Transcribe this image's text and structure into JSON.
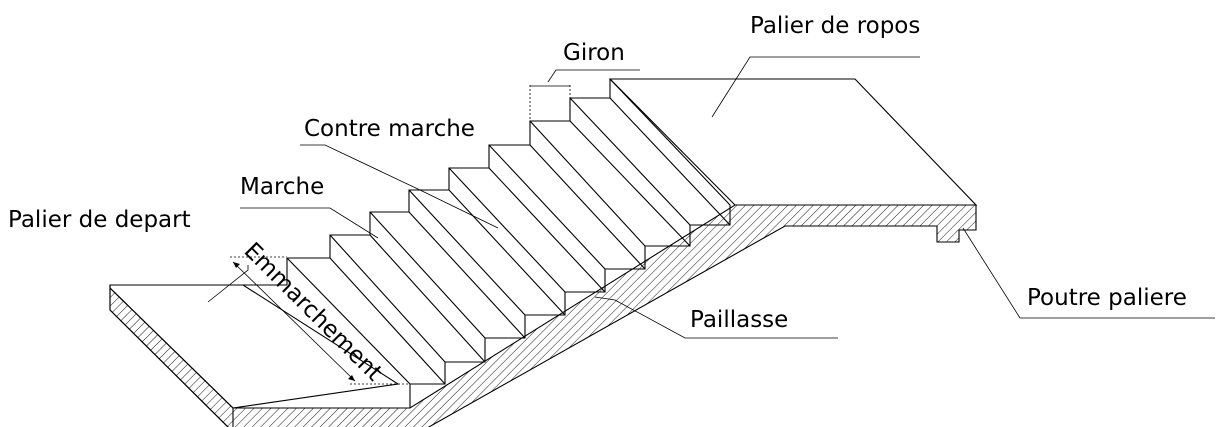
{
  "labels": {
    "giron": "Giron",
    "palier_repos": "Palier de ropos",
    "contre_marche": "Contre marche",
    "marche": "Marche",
    "palier_depart": "Palier de depart",
    "emmarchement": "Emmarchement",
    "paillasse": "Paillasse",
    "poutre_paliere": "Poutre paliere"
  }
}
